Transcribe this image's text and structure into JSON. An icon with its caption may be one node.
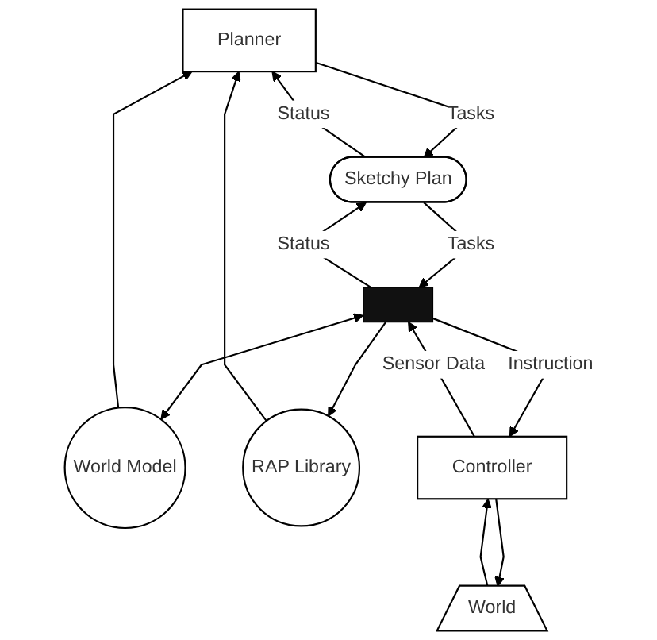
{
  "diagram": {
    "nodes": [
      {
        "text": [
          "Planner"
        ]
      },
      {
        "text": [
          "World Model"
        ]
      },
      {
        "text": [
          "Sketchy Plan"
        ]
      },
      {
        "text": [
          "RAP Library"
        ]
      },
      {
        "text": [],
        "shape": "box"
      },
      {
        "text": [
          "Controller"
        ]
      },
      {
        "text": [
          "World"
        ]
      }
    ],
    "edges": [
      {
        "from": 1,
        "to": 0,
        "arrow": "to"
      },
      {
        "from": 3,
        "to": 0,
        "arrow": "to"
      },
      {
        "from": 0,
        "to": 2,
        "label": "Tasks",
        "arrow": "to"
      },
      {
        "from": 2,
        "to": 0,
        "label": "Status",
        "arrow": "to"
      },
      {
        "from": 2,
        "to": 4,
        "label": "Tasks",
        "arrow": "to"
      },
      {
        "from": 4,
        "to": 2,
        "label": "Status",
        "arrow": "to"
      },
      {
        "from": 4,
        "to": 1,
        "arrow": "both"
      },
      {
        "from": 4,
        "to": 3,
        "arrow": "to"
      },
      {
        "from": 4,
        "to": 5,
        "label": "Instruction",
        "arrow": "to"
      },
      {
        "from": 5,
        "to": 4,
        "label": "Sensor Data",
        "arrow": "to"
      },
      {
        "from": 5,
        "to": 6,
        "arrow": "to"
      },
      {
        "from": 6,
        "to": 5,
        "arrow": "to"
      }
    ]
  }
}
